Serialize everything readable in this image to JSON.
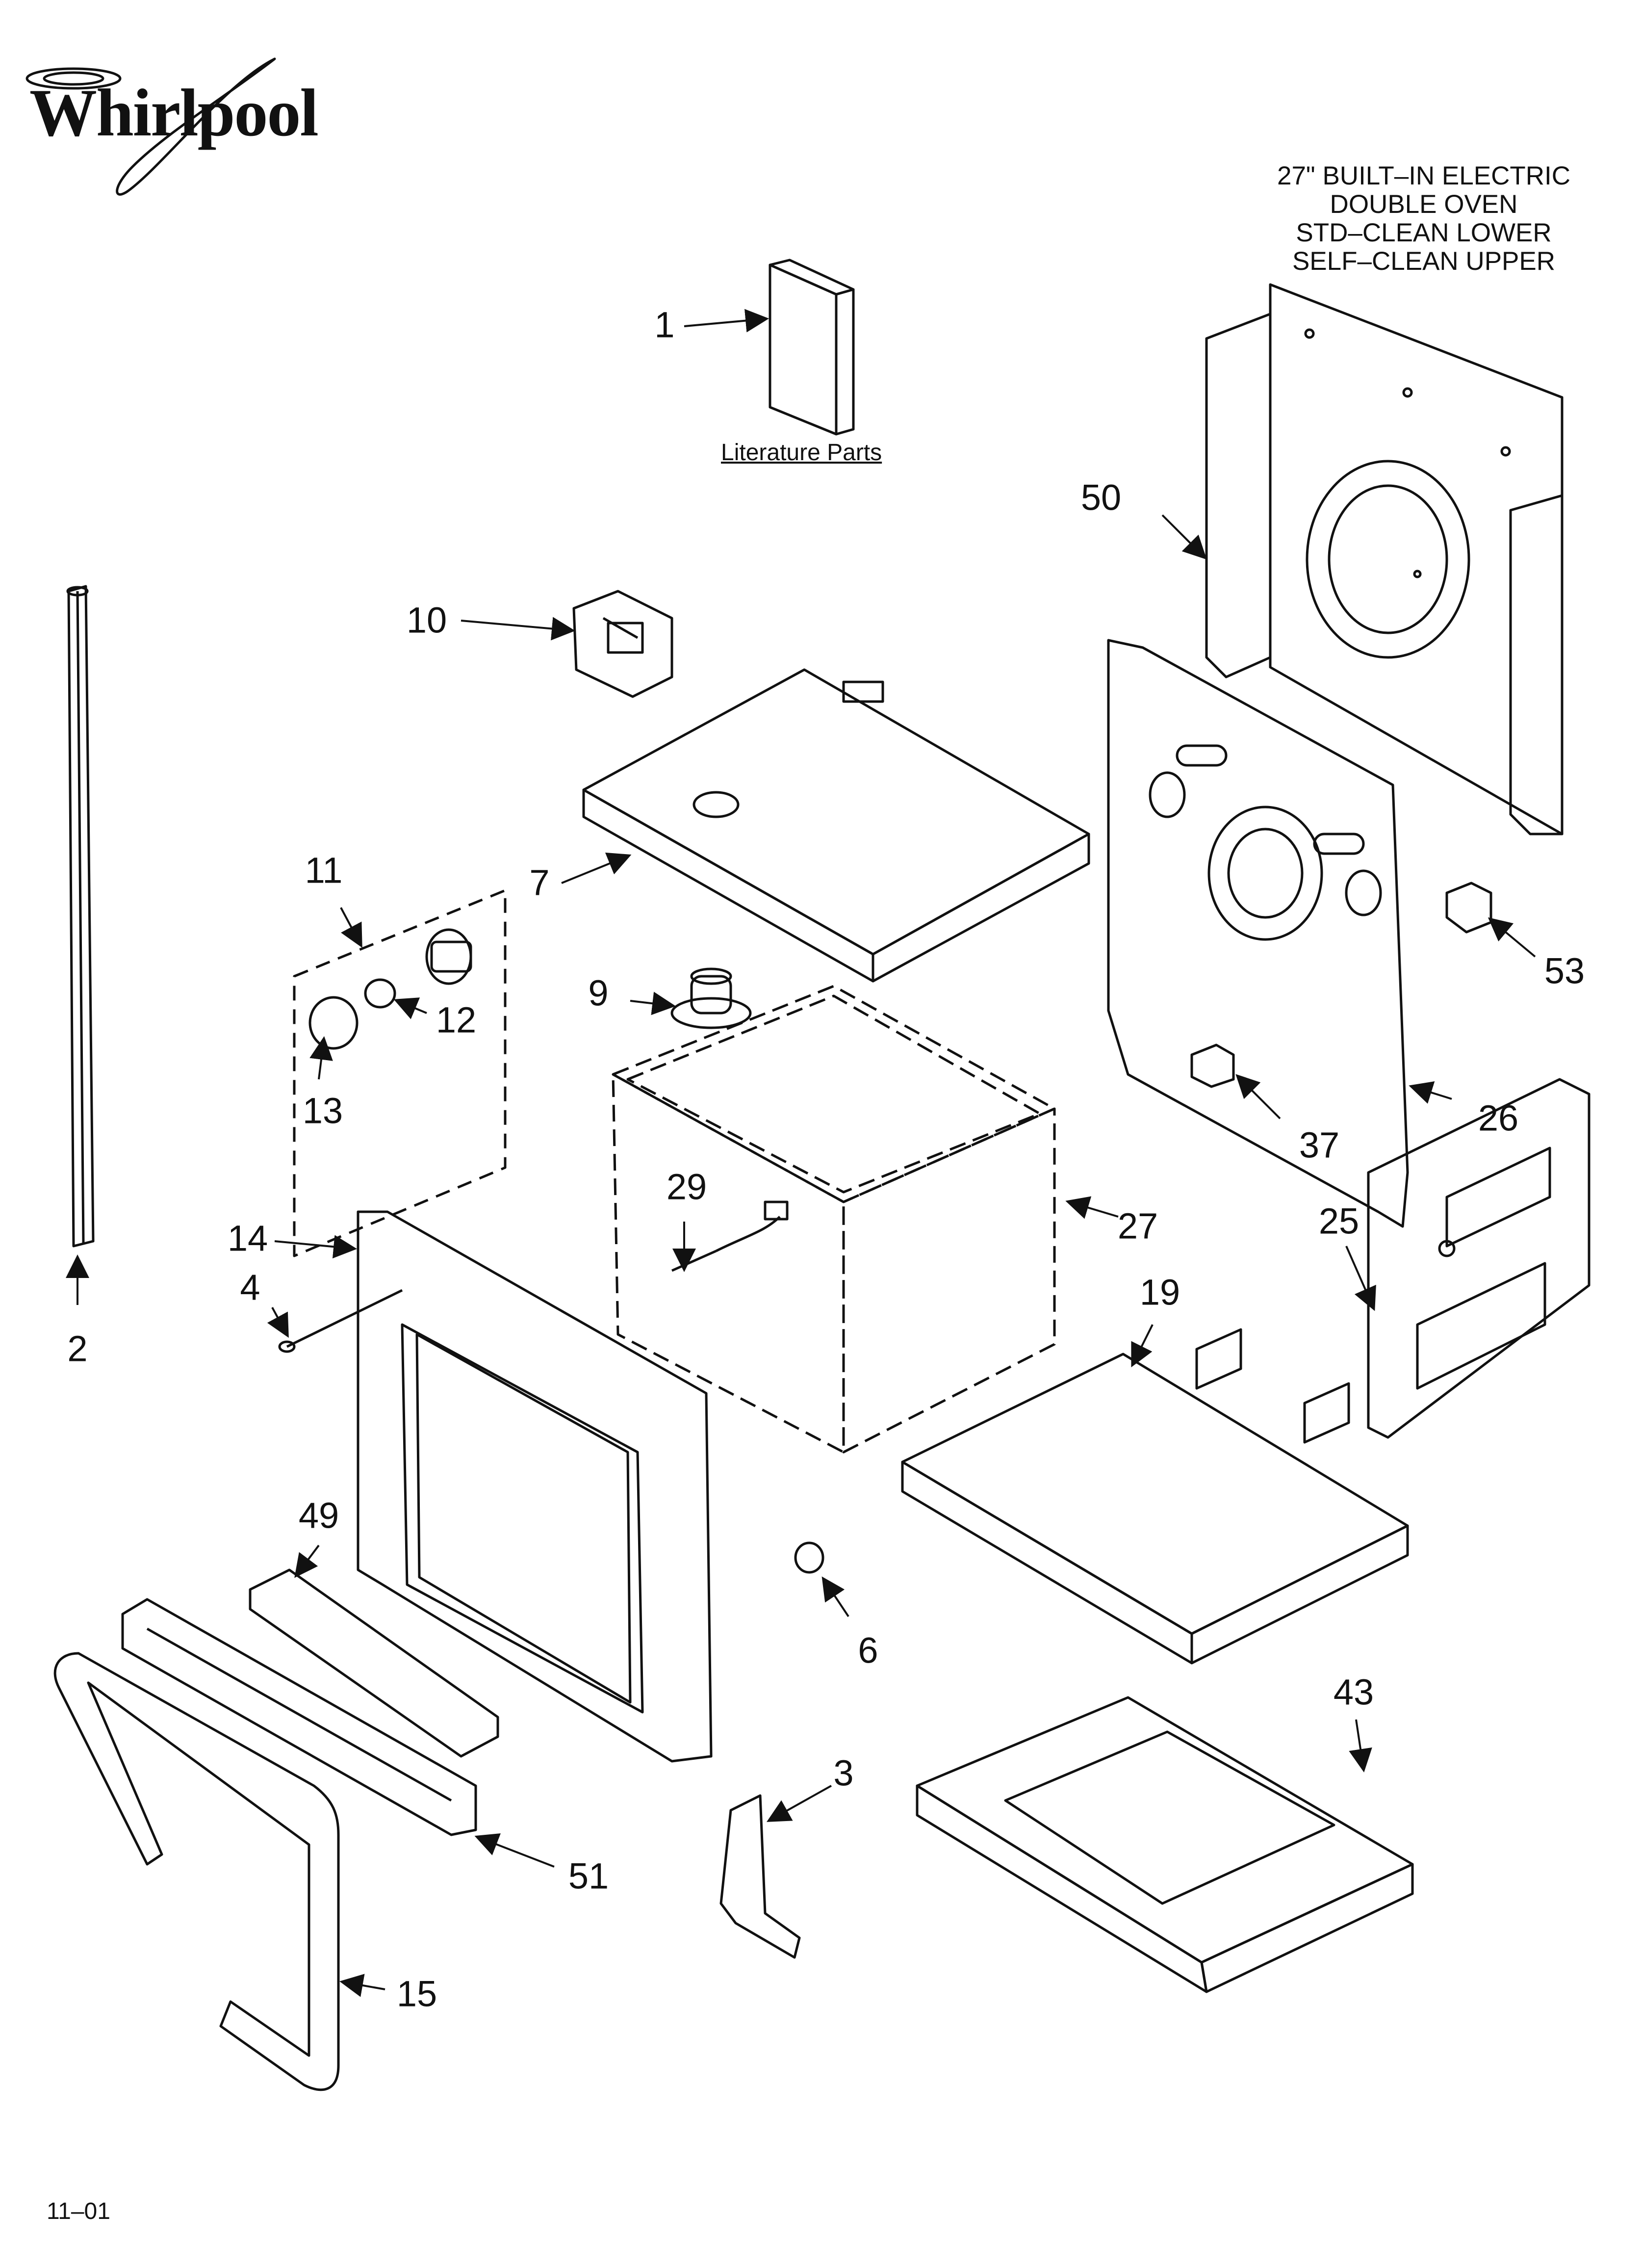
{
  "brand": {
    "name": "Whirlpool"
  },
  "title": {
    "lines": [
      "27\" BUILT–IN ELECTRIC",
      "DOUBLE OVEN",
      "STD–CLEAN LOWER",
      "SELF–CLEAN UPPER"
    ]
  },
  "literature_label": "Literature Parts",
  "callouts": [
    "1",
    "2",
    "3",
    "4",
    "6",
    "7",
    "9",
    "10",
    "11",
    "12",
    "13",
    "14",
    "15",
    "19",
    "25",
    "26",
    "27",
    "29",
    "37",
    "43",
    "49",
    "50",
    "51",
    "53"
  ],
  "footer": {
    "date_code": "11–01"
  }
}
